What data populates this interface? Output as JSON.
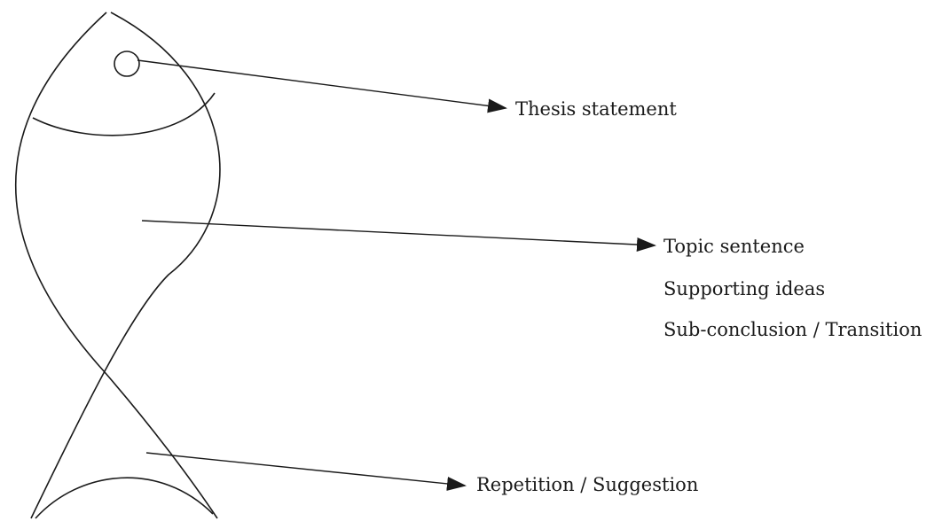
{
  "diagram": {
    "labels": {
      "thesis": "Thesis statement",
      "topic": "Topic sentence",
      "supporting": "Supporting ideas",
      "subconclusion": "Sub-conclusion / Transition",
      "repetition": "Repetition / Suggestion"
    },
    "line_color": "#1a1a1a"
  }
}
